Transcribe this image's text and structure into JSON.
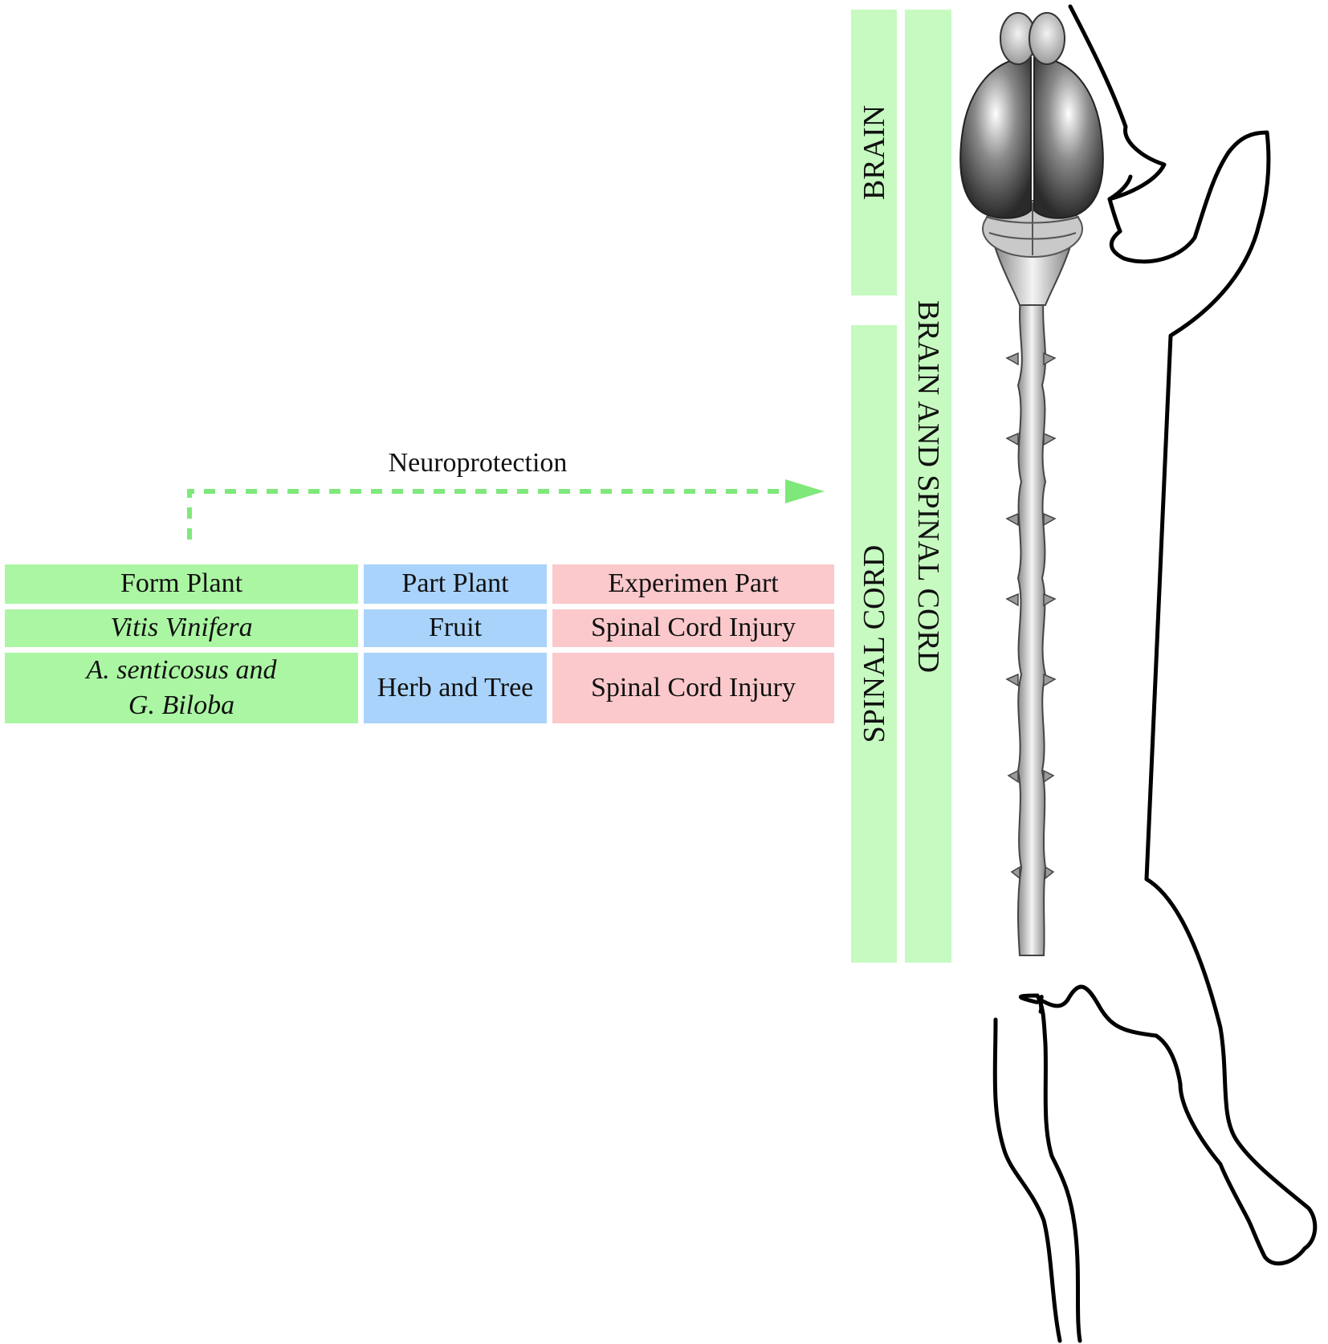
{
  "arrow": {
    "label": "Neuroprotection",
    "color": "#7fe87a"
  },
  "table": {
    "headers": {
      "form": "Form Plant",
      "part": "Part Plant",
      "experiment": "Experimen Part"
    },
    "rows": [
      {
        "form": "Vitis Vinifera",
        "part": "Fruit",
        "experiment": "Spinal Cord Injury"
      },
      {
        "form_line1": "A. senticosus and",
        "form_line2": "G. Biloba",
        "part": "Herb and Tree",
        "experiment": "Spinal Cord Injury"
      }
    ],
    "colors": {
      "form": "#abf6a3",
      "part": "#a9d3fb",
      "experiment": "#fbc9cb"
    }
  },
  "regions": {
    "brain": "BRAIN",
    "spinal_cord": "SPINAL CORD",
    "brain_and_spinal_cord": "BRAIN AND SPINAL CORD",
    "color": "#c6fac0"
  }
}
